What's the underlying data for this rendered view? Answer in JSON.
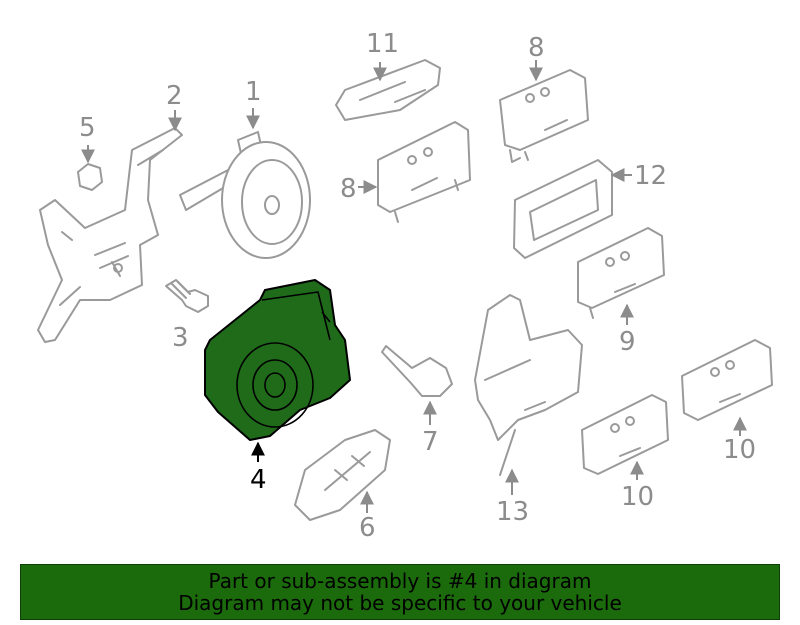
{
  "callouts": {
    "c1": "1",
    "c2": "2",
    "c3": "3",
    "c4": "4",
    "c5": "5",
    "c6": "6",
    "c7": "7",
    "c8a": "8",
    "c8b": "8",
    "c9": "9",
    "c10a": "10",
    "c10b": "10",
    "c11": "11",
    "c12": "12",
    "c13": "13"
  },
  "highlighted_part": "4",
  "colors": {
    "highlight": "#1f6b1a",
    "banner": "#1b6b0d",
    "line_art": "#9a9a9a"
  },
  "banner": {
    "line1": "Part or sub-assembly is #4 in diagram",
    "line2": "Diagram may not be specific to your vehicle"
  }
}
